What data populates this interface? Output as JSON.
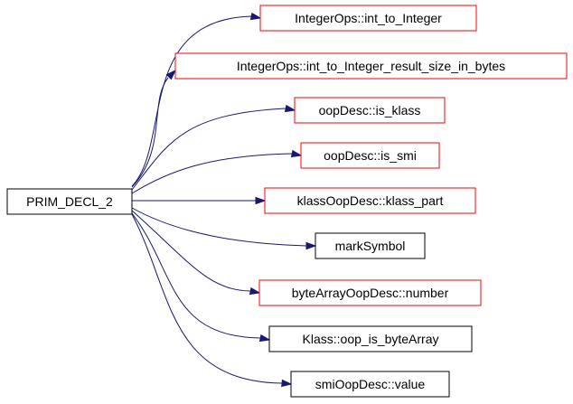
{
  "colors": {
    "edge": "#191970",
    "root_fill": "#bfbfbf",
    "root_border": "#000000",
    "linked_border": "#ff0000",
    "plain_border": "#000000"
  },
  "graph": {
    "root": {
      "label": "PRIM_DECL_2"
    },
    "callees": [
      {
        "label": "IntegerOps::int_to_Integer",
        "border": "linked"
      },
      {
        "label": "IntegerOps::int_to_Integer_result_size_in_bytes",
        "border": "linked"
      },
      {
        "label": "oopDesc::is_klass",
        "border": "linked"
      },
      {
        "label": "oopDesc::is_smi",
        "border": "linked"
      },
      {
        "label": "klassOopDesc::klass_part",
        "border": "linked"
      },
      {
        "label": "markSymbol",
        "border": "plain"
      },
      {
        "label": "byteArrayOopDesc::number",
        "border": "linked"
      },
      {
        "label": "Klass::oop_is_byteArray",
        "border": "plain"
      },
      {
        "label": "smiOopDesc::value",
        "border": "plain"
      }
    ]
  }
}
